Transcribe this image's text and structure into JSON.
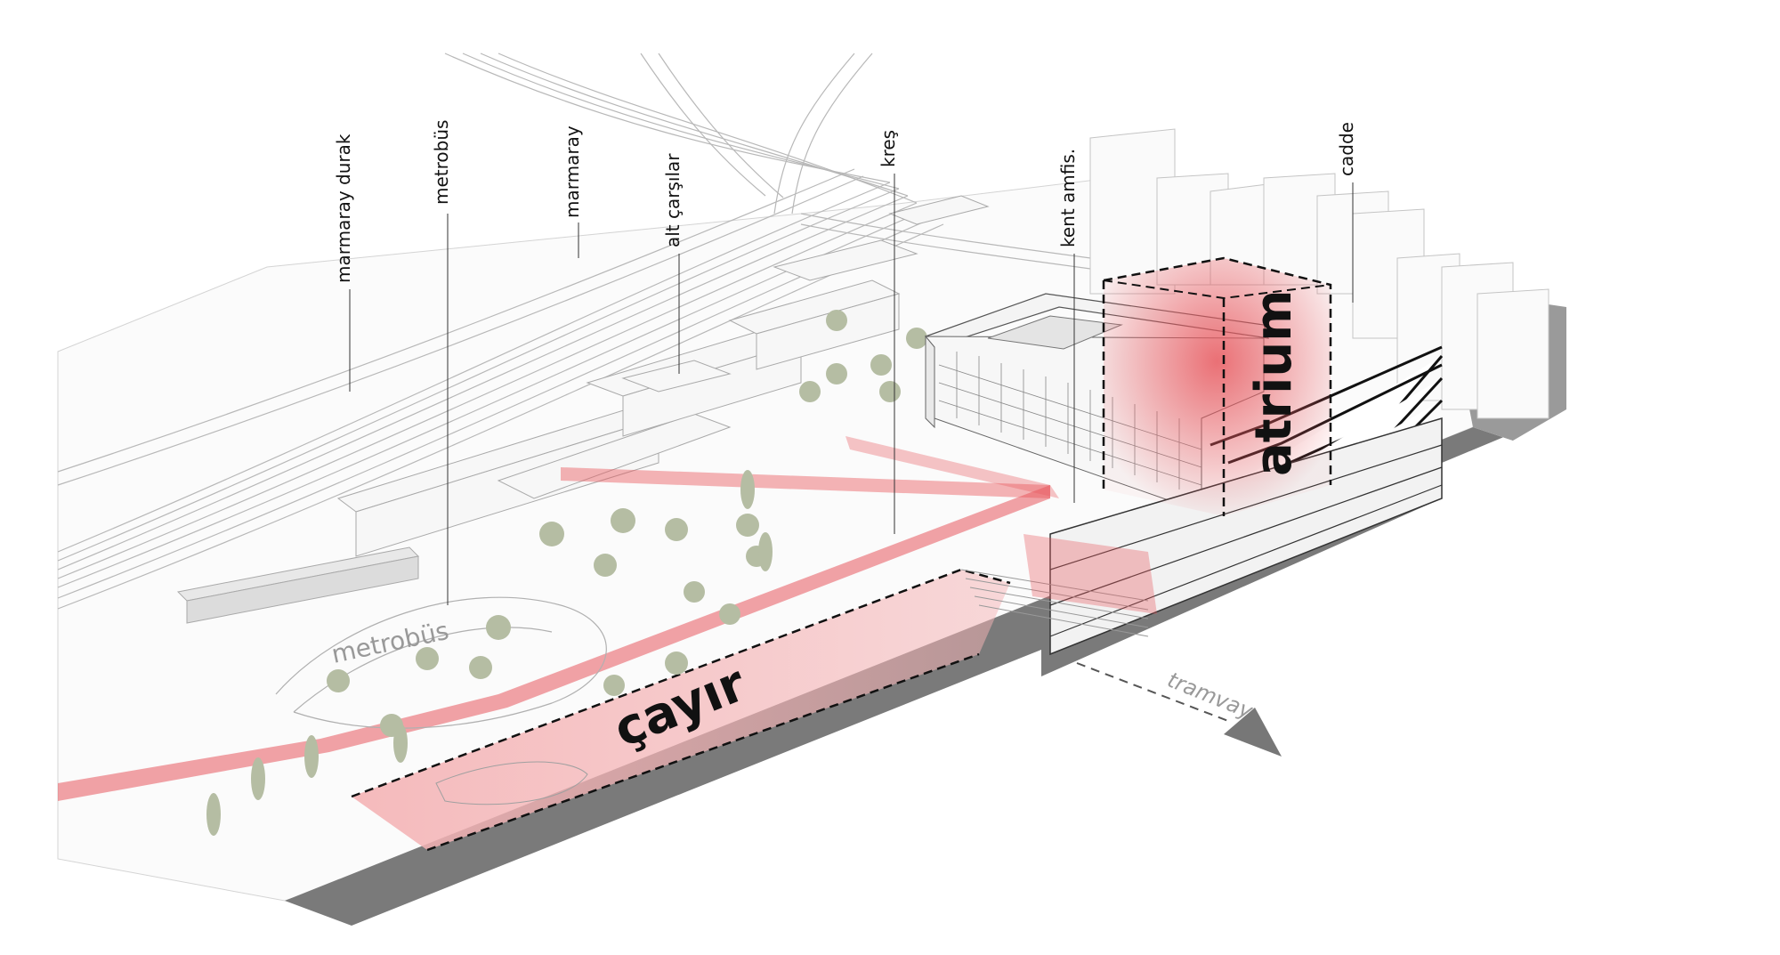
{
  "labels": {
    "marmaray_durak": "marmaray durak",
    "metrobus_top": "metrobüs",
    "marmaray": "marmaray",
    "alt_carsilar": "alt çarşılar",
    "kres": "kreş",
    "kent_amfis": "kent amfis.",
    "cadde": "cadde",
    "atrium": "atrium",
    "cayir": "çayır",
    "metrobus_ground": "metrobüs",
    "tramvay": "tramvay"
  },
  "colors": {
    "accent_red": "#e8585e",
    "red_light": "#f4b3b5",
    "shadow_grey": "#7a7a7a",
    "line_grey": "#b8b8b8",
    "tree_green": "#b5bda3"
  }
}
